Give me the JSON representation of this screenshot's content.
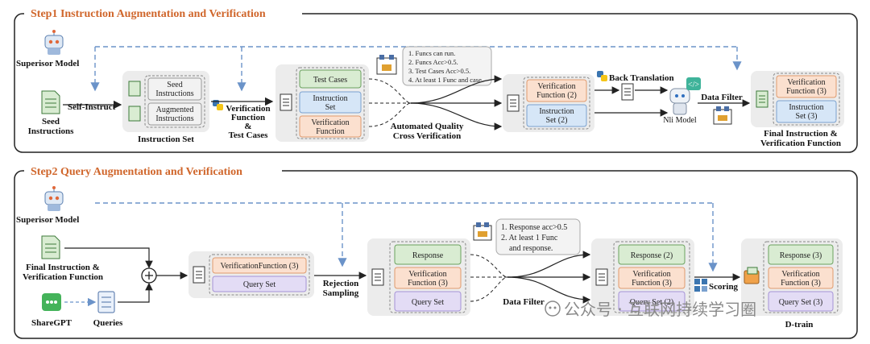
{
  "step1": {
    "title": "Step1 Instruction Augmentation and Verification",
    "superisor_model": "Superisor Model",
    "seed_instructions_1": "Seed",
    "seed_instructions_2": "Instructions",
    "self_instruct": "Self-Instruct",
    "seed_box_1": "Seed",
    "seed_box_2": "Instructions",
    "aug_box_1": "Augmented",
    "aug_box_2": "Instructions",
    "instruction_set": "Instruction Set",
    "vf_tc_1": "Verification",
    "vf_tc_2": "Function",
    "vf_tc_3": "&",
    "vf_tc_4": "Test Cases",
    "test_cases": "Test Cases",
    "instr_set_1": "Instruction",
    "instr_set_2": "Set",
    "verif_func_1": "Verification",
    "verif_func_2": "Function",
    "criteria": [
      "1. Funcs can run.",
      "2. Funcs Acc>0.5.",
      "3. Test Cases Acc>0.5.",
      "4. At least 1 Func and case."
    ],
    "aqcv_1": "Automated Quality",
    "aqcv_2": "Cross Verification",
    "vf2_1": "Verification",
    "vf2_2": "Function (2)",
    "is2_1": "Instruction",
    "is2_2": "Set (2)",
    "back_translation": "Back Translation",
    "nli_model": "Nli Model",
    "data_filter": "Data Filter",
    "vf3_1": "Verification",
    "vf3_2": "Function (3)",
    "is3_1": "Instruction",
    "is3_2": "Set (3)",
    "final_1": "Final Instruction &",
    "final_2": "Verification Function"
  },
  "step2": {
    "title": "Step2  Query Augmentation and Verification",
    "superisor_model": "Superisor Model",
    "final_1": "Final Instruction &",
    "final_2": "Verification Function",
    "sharegpt": "ShareGPT",
    "queries": "Queries",
    "vf3": "VerificationFunction (3)",
    "query_set": "Query Set",
    "rejection_1": "Rejection",
    "rejection_2": "Sampling",
    "response": "Response",
    "verif_1": "Verification",
    "verif_2": "Function (3)",
    "query_set_b": "Query Set",
    "criteria": [
      "1. Response acc>0.5",
      "2. At least 1 Func",
      "and response."
    ],
    "data_filter": "Data Filter",
    "response2": "Response (2)",
    "verif2_1": "Verification",
    "verif2_2": "Function (3)",
    "query_set2": "Query Set (2)",
    "scoring": "Scoring",
    "response3": "Response (3)",
    "verif3_1": "Verification",
    "verif3_2": "Function (3)",
    "query_set3": "Query Set (3)",
    "dtrain": "D-train"
  },
  "watermark": "公众号 · 互联网持续学习圈",
  "colors": {
    "accent": "#d0662b",
    "dash": "#6b93c9",
    "green_box": "#d9ecd2",
    "orange_box": "#fbe0cf",
    "blue_box": "#d6e6f7",
    "purple_box": "#e3dcf5"
  }
}
